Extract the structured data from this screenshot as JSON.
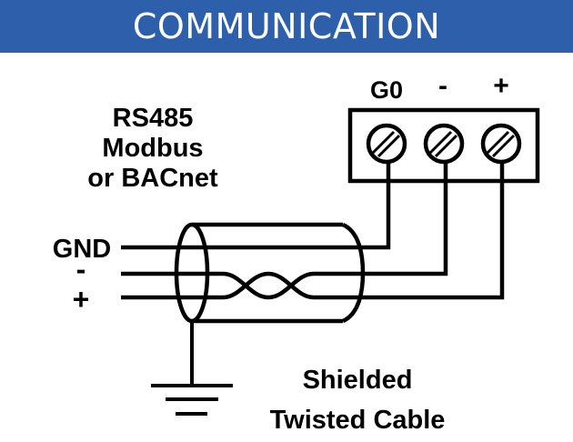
{
  "header": {
    "title": "COMMUNICATION",
    "background": "#2d5fab"
  },
  "protocol": {
    "line1": "RS485",
    "line2": "Modbus",
    "line3": "or BACnet"
  },
  "wires": {
    "gnd": "GND",
    "minus": "-",
    "plus": "+"
  },
  "terminal": {
    "g0": "G0",
    "minus": "-",
    "plus": "+"
  },
  "cable": {
    "line1": "Shielded",
    "line2": "Twisted Cable"
  }
}
